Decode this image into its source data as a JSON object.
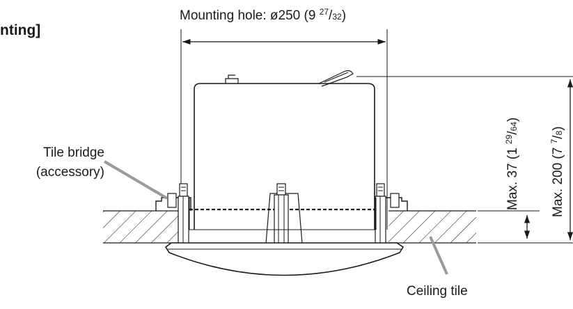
{
  "heading": {
    "text": "nting]"
  },
  "mounting_hole": {
    "prefix": "Mounting hole: ø250 (9 ",
    "num": "27",
    "sep": "/",
    "den": "32",
    "suffix": ")"
  },
  "dim_37": {
    "prefix": "Max. 37 (1 ",
    "num": "29",
    "sep": "/",
    "den": "64",
    "suffix": ")"
  },
  "dim_200": {
    "prefix": "Max. 200 (7 ",
    "num": "7",
    "sep": "/",
    "den": "8",
    "suffix": ")"
  },
  "tile_bridge": {
    "line1": "Tile bridge",
    "line2": "(accessory)"
  },
  "ceiling_tile": {
    "text": "Ceiling tile"
  }
}
